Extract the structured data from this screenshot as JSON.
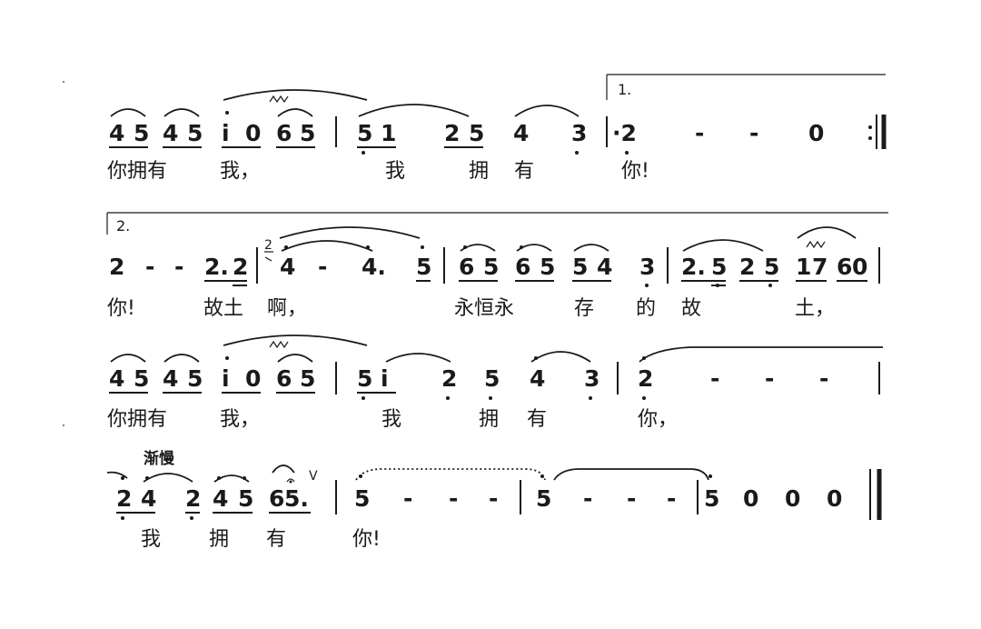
{
  "score": {
    "rows": [
      {
        "notes": "4545i065|51 254 3|·2 - - 0 :",
        "lyrics": [
          "你拥有",
          "我，",
          "我",
          "拥",
          "有",
          "你!"
        ],
        "ending_label": "1."
      },
      {
        "notes": "2 - - 2.2|4 - 4. 5|6565 54 3|2.5 25 17 60|",
        "lyrics": [
          "你!",
          "故土",
          "啊，",
          "永恒永",
          "存",
          "的",
          "故",
          "土，"
        ],
        "ending_label": "2."
      },
      {
        "notes": "4545i065|5i 2 5 4 3|2 - - - |",
        "lyrics": [
          "你拥有",
          "我，",
          "我",
          "拥",
          "有",
          "你，"
        ]
      },
      {
        "notes": "24 245 65.|5 - - -|5 - - -|5 0 0 0",
        "lyrics": [
          "我",
          "拥",
          "有",
          "你!"
        ],
        "tempo": "渐慢"
      }
    ],
    "row1": {
      "g1": [
        "4",
        "5",
        "4",
        "5"
      ],
      "g2": [
        "i",
        "0",
        "6",
        "5"
      ],
      "m2": [
        "5",
        "1",
        "2",
        "5",
        "4",
        "3"
      ],
      "m3": [
        "·2",
        "-",
        "-",
        "0"
      ],
      "ending": "1.",
      "lyrics": [
        "你拥有",
        "我，",
        "我",
        "拥",
        "有",
        "你!"
      ]
    },
    "row2": {
      "m1": [
        "2",
        "-",
        "-",
        "2.",
        "2"
      ],
      "grace": "2",
      "m2": [
        "4",
        "-",
        "4.",
        "5"
      ],
      "m3": [
        "6",
        "5",
        "6",
        "5",
        "5",
        "4",
        "3"
      ],
      "m4": [
        "2.",
        "5",
        "2",
        "5",
        "1",
        "7",
        "6",
        "0"
      ],
      "ending": "2.",
      "lyrics": [
        "你!",
        "故土",
        "啊，",
        "永恒永",
        "存",
        "的",
        "故",
        "土，"
      ]
    },
    "row3": {
      "g1": [
        "4",
        "5",
        "4",
        "5"
      ],
      "g2": [
        "i",
        "0",
        "6",
        "5"
      ],
      "m2": [
        "5",
        "i",
        "2",
        "5",
        "4",
        "3"
      ],
      "m3": [
        "2",
        "-",
        "-",
        "-"
      ],
      "lyrics": [
        "你拥有",
        "我，",
        "我",
        "拥",
        "有",
        "你，"
      ]
    },
    "row4": {
      "tempo": "渐慢",
      "m1": [
        "2",
        "4",
        "2",
        "4",
        "5",
        "6",
        "5."
      ],
      "breath": "V",
      "m2": [
        "5",
        "-",
        "-",
        "-"
      ],
      "m3": [
        "5",
        "-",
        "-",
        "-"
      ],
      "m4": [
        "5",
        "0",
        "0",
        "0"
      ],
      "lyrics": [
        "我",
        "拥",
        "有",
        "你!"
      ]
    }
  }
}
